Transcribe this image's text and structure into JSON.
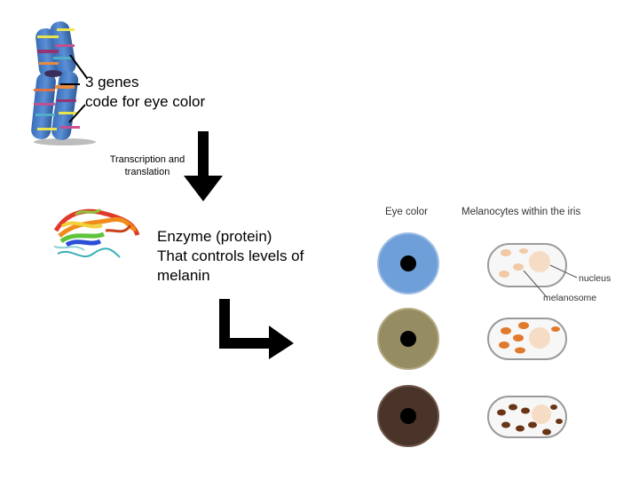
{
  "genes_label": {
    "line1": "3 genes",
    "line2": "code for eye color"
  },
  "process_label": {
    "line1": "Transcription and",
    "line2": "translation"
  },
  "enzyme_label": {
    "line1": "Enzyme (protein)",
    "line2": "That controls levels of",
    "line3": "melanin"
  },
  "panel": {
    "eye_color_header": "Eye color",
    "melanocytes_header": "Melanocytes within the iris",
    "nucleus_label": "nucleus",
    "melanosome_label": "melanosome"
  },
  "colors": {
    "blue_iris": "#6f9fd8",
    "hazel_iris": "#958c62",
    "brown_iris": "#4a3328",
    "light_melanosome": "#f2c9a6",
    "medium_melanosome": "#e07a2c",
    "dark_melanosome": "#6a3516"
  }
}
